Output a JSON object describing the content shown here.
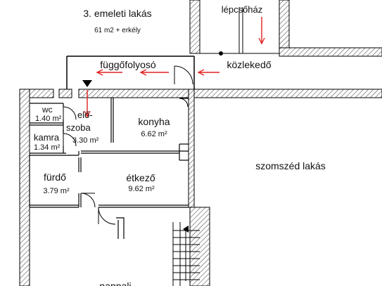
{
  "plan": {
    "title": "3. emeleti lakás",
    "subtitle": "61 m2 + erkély",
    "labels": {
      "stairwell": "lépcsőház",
      "corridor": "közlekedő",
      "balcony_corridor": "függőfolyosó",
      "neighbor": "szomszéd lakás",
      "living": "nappali"
    },
    "rooms": {
      "wc": {
        "name": "wc",
        "area": "1.40 m²"
      },
      "hall": {
        "name_1": "elő-",
        "name_2": "szoba",
        "area": "3.30 m²"
      },
      "pantry": {
        "name": "kamra",
        "area": "1.34 m²"
      },
      "kitchen": {
        "name": "konyha",
        "area": "6.62 m²"
      },
      "bathroom": {
        "name": "fürdő",
        "area": "3.79 m²"
      },
      "dining": {
        "name": "étkező",
        "area": "9.62 m²"
      }
    },
    "colors": {
      "wall": "#000000",
      "hatch": "#555555",
      "escape_arrow": "#e02020"
    },
    "icons": {
      "escape": "arrow-icon",
      "entrance": "triangle-down-icon",
      "stairs_up": "arrow-up-icon"
    }
  }
}
